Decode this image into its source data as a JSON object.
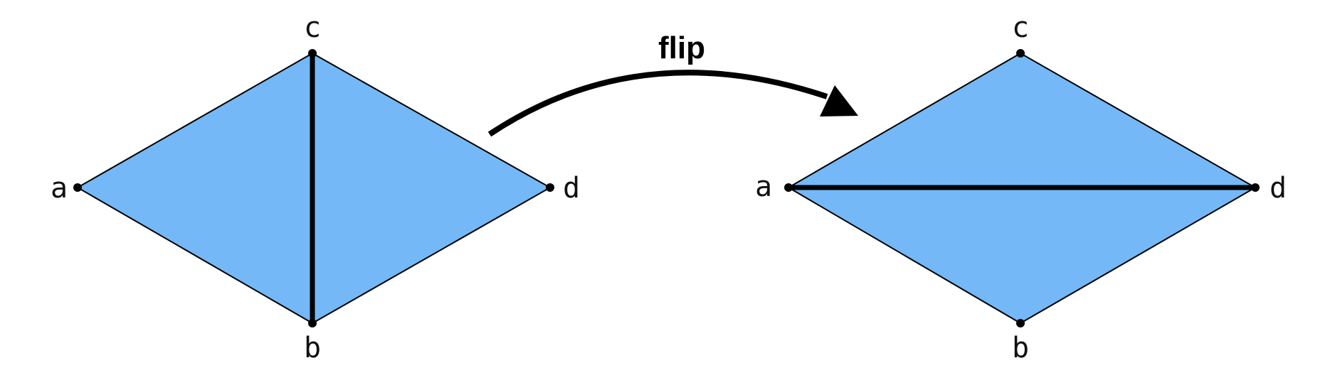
{
  "colors": {
    "face_fill": "#74b8f7",
    "edge": "#000000",
    "vertex": "#000000",
    "background": "#ffffff"
  },
  "arrow": {
    "label": "flip"
  },
  "before": {
    "vertices": {
      "a": "a",
      "b": "b",
      "c": "c",
      "d": "d"
    },
    "diagonal": [
      "c",
      "b"
    ]
  },
  "after": {
    "vertices": {
      "a": "a",
      "b": "b",
      "c": "c",
      "d": "d"
    },
    "diagonal": [
      "a",
      "d"
    ]
  }
}
